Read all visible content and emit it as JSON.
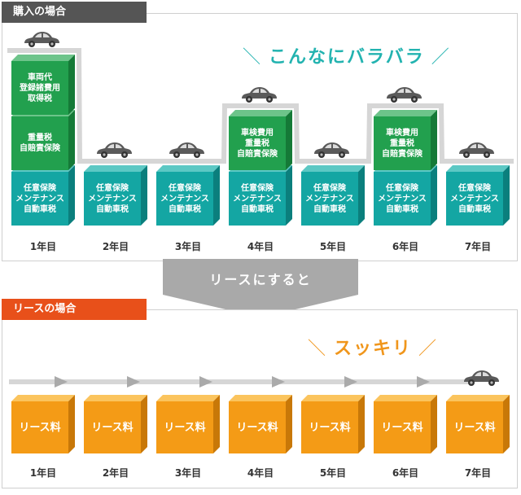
{
  "purchase": {
    "title": "購入の場合",
    "tagline": "こんなにバラバラ",
    "columns": [
      {
        "year": "1年目",
        "blocks": [
          {
            "color": "teal",
            "lines": [
              "任意保険",
              "メンテナンス",
              "自動車税"
            ]
          },
          {
            "color": "green",
            "lines": [
              "重量税",
              "自賠責保険"
            ]
          },
          {
            "color": "green",
            "lines": [
              "車両代",
              "登録諸費用",
              "取得税"
            ]
          }
        ]
      },
      {
        "year": "2年目",
        "blocks": [
          {
            "color": "teal",
            "lines": [
              "任意保険",
              "メンテナンス",
              "自動車税"
            ]
          }
        ]
      },
      {
        "year": "3年目",
        "blocks": [
          {
            "color": "teal",
            "lines": [
              "任意保険",
              "メンテナンス",
              "自動車税"
            ]
          }
        ]
      },
      {
        "year": "4年目",
        "blocks": [
          {
            "color": "teal",
            "lines": [
              "任意保険",
              "メンテナンス",
              "自動車税"
            ]
          },
          {
            "color": "green",
            "lines": [
              "車検費用",
              "重量税",
              "自賠責保険"
            ]
          }
        ]
      },
      {
        "year": "5年目",
        "blocks": [
          {
            "color": "teal",
            "lines": [
              "任意保険",
              "メンテナンス",
              "自動車税"
            ]
          }
        ]
      },
      {
        "year": "6年目",
        "blocks": [
          {
            "color": "teal",
            "lines": [
              "任意保険",
              "メンテナンス",
              "自動車税"
            ]
          },
          {
            "color": "green",
            "lines": [
              "車検費用",
              "重量税",
              "自賠責保険"
            ]
          }
        ]
      },
      {
        "year": "7年目",
        "blocks": [
          {
            "color": "teal",
            "lines": [
              "任意保険",
              "メンテナンス",
              "自動車税"
            ]
          }
        ]
      }
    ]
  },
  "transition": {
    "label": "リースにすると"
  },
  "lease": {
    "title": "リースの場合",
    "tagline": "スッキリ",
    "block_label": "リース料",
    "years": [
      "1年目",
      "2年目",
      "3年目",
      "4年目",
      "5年目",
      "6年目",
      "7年目"
    ]
  },
  "colors": {
    "teal_front": "#14a6a3",
    "teal_top": "#5cc8c4",
    "teal_side": "#0b7f7d",
    "green_front": "#22a04e",
    "green_top": "#6dc48a",
    "green_side": "#157a37",
    "orange_front": "#f49b16",
    "orange_top": "#fbc45d",
    "orange_side": "#c87808",
    "step_line": "#d6d6d6",
    "car": "#5a5a5a",
    "arrow": "#aaaaaa"
  }
}
